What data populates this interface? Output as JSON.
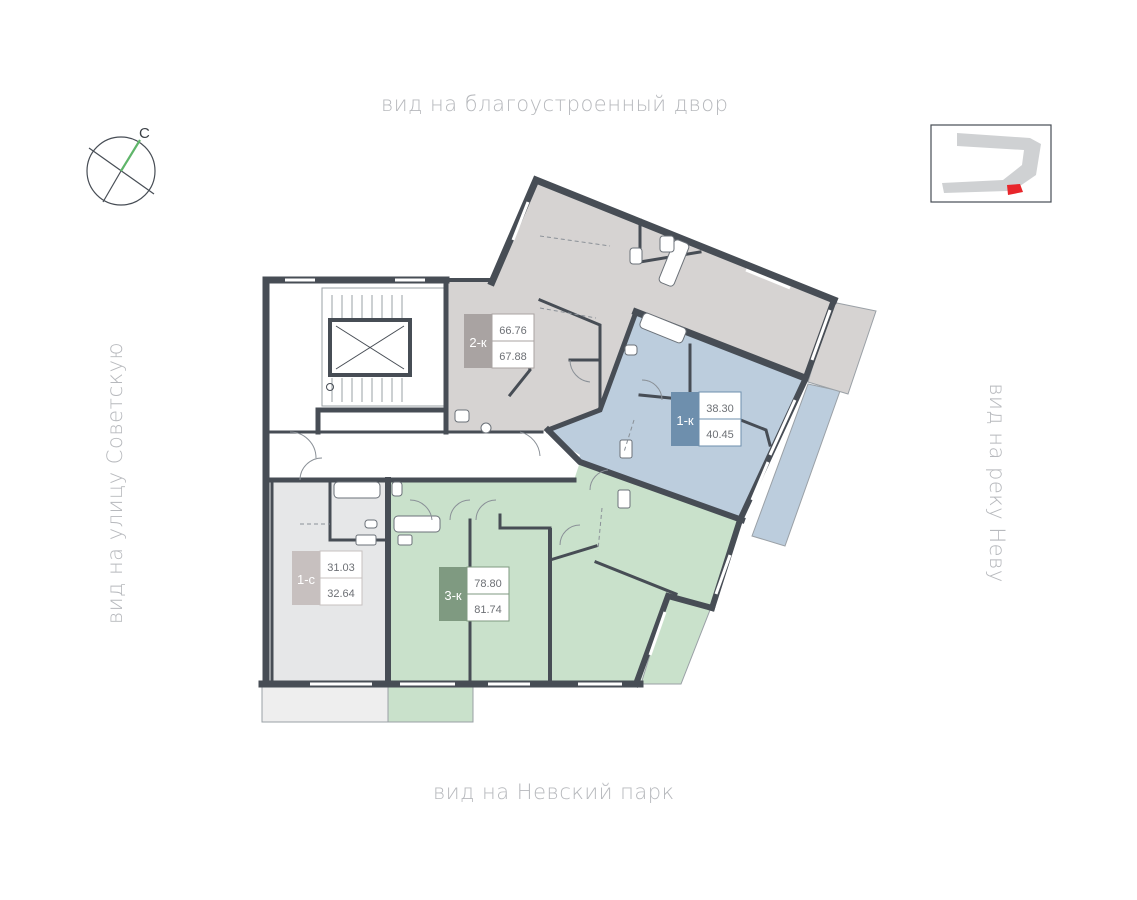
{
  "views": {
    "top": "вид на благоустроенный двор",
    "bottom": "вид на Невский парк",
    "left": "вид на улицу Советскую",
    "right": "вид на реку Неву"
  },
  "compass": {
    "north_label": "С"
  },
  "apartments": [
    {
      "id": "2k",
      "type": "2-к",
      "area_living": "66.76",
      "area_total": "67.88",
      "fill": "#d6d3d2",
      "badge": "#a9a3a2"
    },
    {
      "id": "1k",
      "type": "1-к",
      "area_living": "38.30",
      "area_total": "40.45",
      "fill": "#bccddd",
      "badge": "#6e8fad"
    },
    {
      "id": "3k",
      "type": "3-к",
      "area_living": "78.80",
      "area_total": "81.74",
      "fill": "#c9e1cb",
      "badge": "#7f9a81"
    },
    {
      "id": "1s",
      "type": "1-с",
      "area_living": "31.03",
      "area_total": "32.64",
      "fill": "#e6e7e8",
      "badge": "#c7c0bf"
    }
  ],
  "colors": {
    "wall": "#474d55",
    "corridor": "#ffffff",
    "balcony": "#e9eaea",
    "highlight": "#e8262b",
    "minimap_building": "#cfd1d3",
    "compass_accent": "#5fb56a"
  }
}
